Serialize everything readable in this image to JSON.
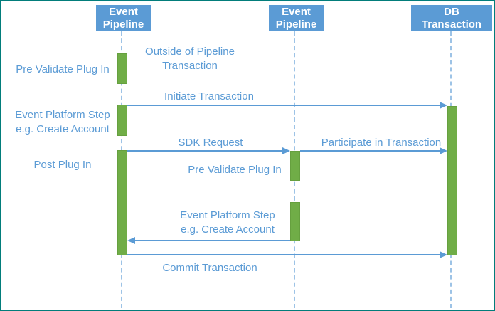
{
  "colors": {
    "header_fill": "#5B9BD5",
    "text_blue": "#5B9BD5",
    "activation_green": "#70AD47",
    "lifeline_dash": "#9DC3E6",
    "border_teal": "#027D7B",
    "background": "#FFFFFF"
  },
  "actors": [
    {
      "line1": "Event",
      "line2": "Pipeline"
    },
    {
      "line1": "Event",
      "line2": "Pipeline"
    },
    {
      "line1": "DB",
      "line2": "Transaction"
    }
  ],
  "left_labels": {
    "pre_validate": "Pre Validate Plug In",
    "platform_step_line1": "Event Platform Step",
    "platform_step_line2": "e.g. Create Account",
    "post_plug_in": "Post Plug In"
  },
  "annotations": {
    "outside_line1": "Outside of Pipeline",
    "outside_line2": "Transaction"
  },
  "messages": {
    "initiate": "Initiate Transaction",
    "sdk_request": "SDK Request",
    "participate": "Participate in Transaction",
    "mid_pre_validate": "Pre Validate Plug In",
    "mid_platform_line1": "Event Platform Step",
    "mid_platform_line2": "e.g. Create Account",
    "commit": "Commit Transaction"
  }
}
